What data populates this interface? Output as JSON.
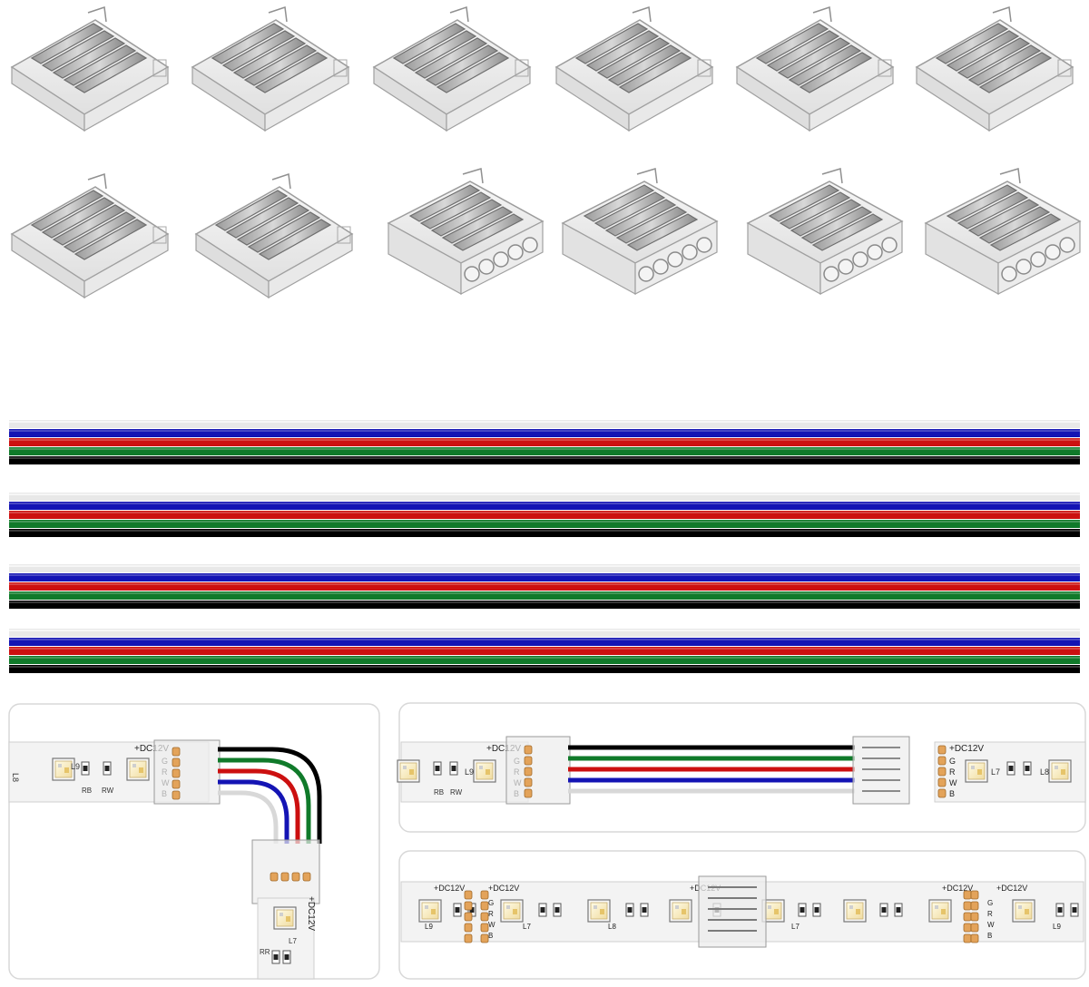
{
  "product_photo": {
    "connector_rows": [
      {
        "row": "top",
        "count": 6,
        "style": "flat-clip"
      },
      {
        "row": "bottom",
        "count": 6,
        "style": "two-flat-clip-then-four-barrel"
      }
    ],
    "cable_count": 4,
    "cable_wire_colors": [
      "#e8e8e8",
      "#1414b4",
      "#cc1010",
      "#107a2a",
      "#000000"
    ],
    "strip_labels": {
      "voltage": "+DC12V",
      "pins": [
        "G",
        "R",
        "W",
        "B"
      ],
      "pad_marks": [
        "RB",
        "RW",
        "L9",
        "L7",
        "L8"
      ]
    }
  }
}
